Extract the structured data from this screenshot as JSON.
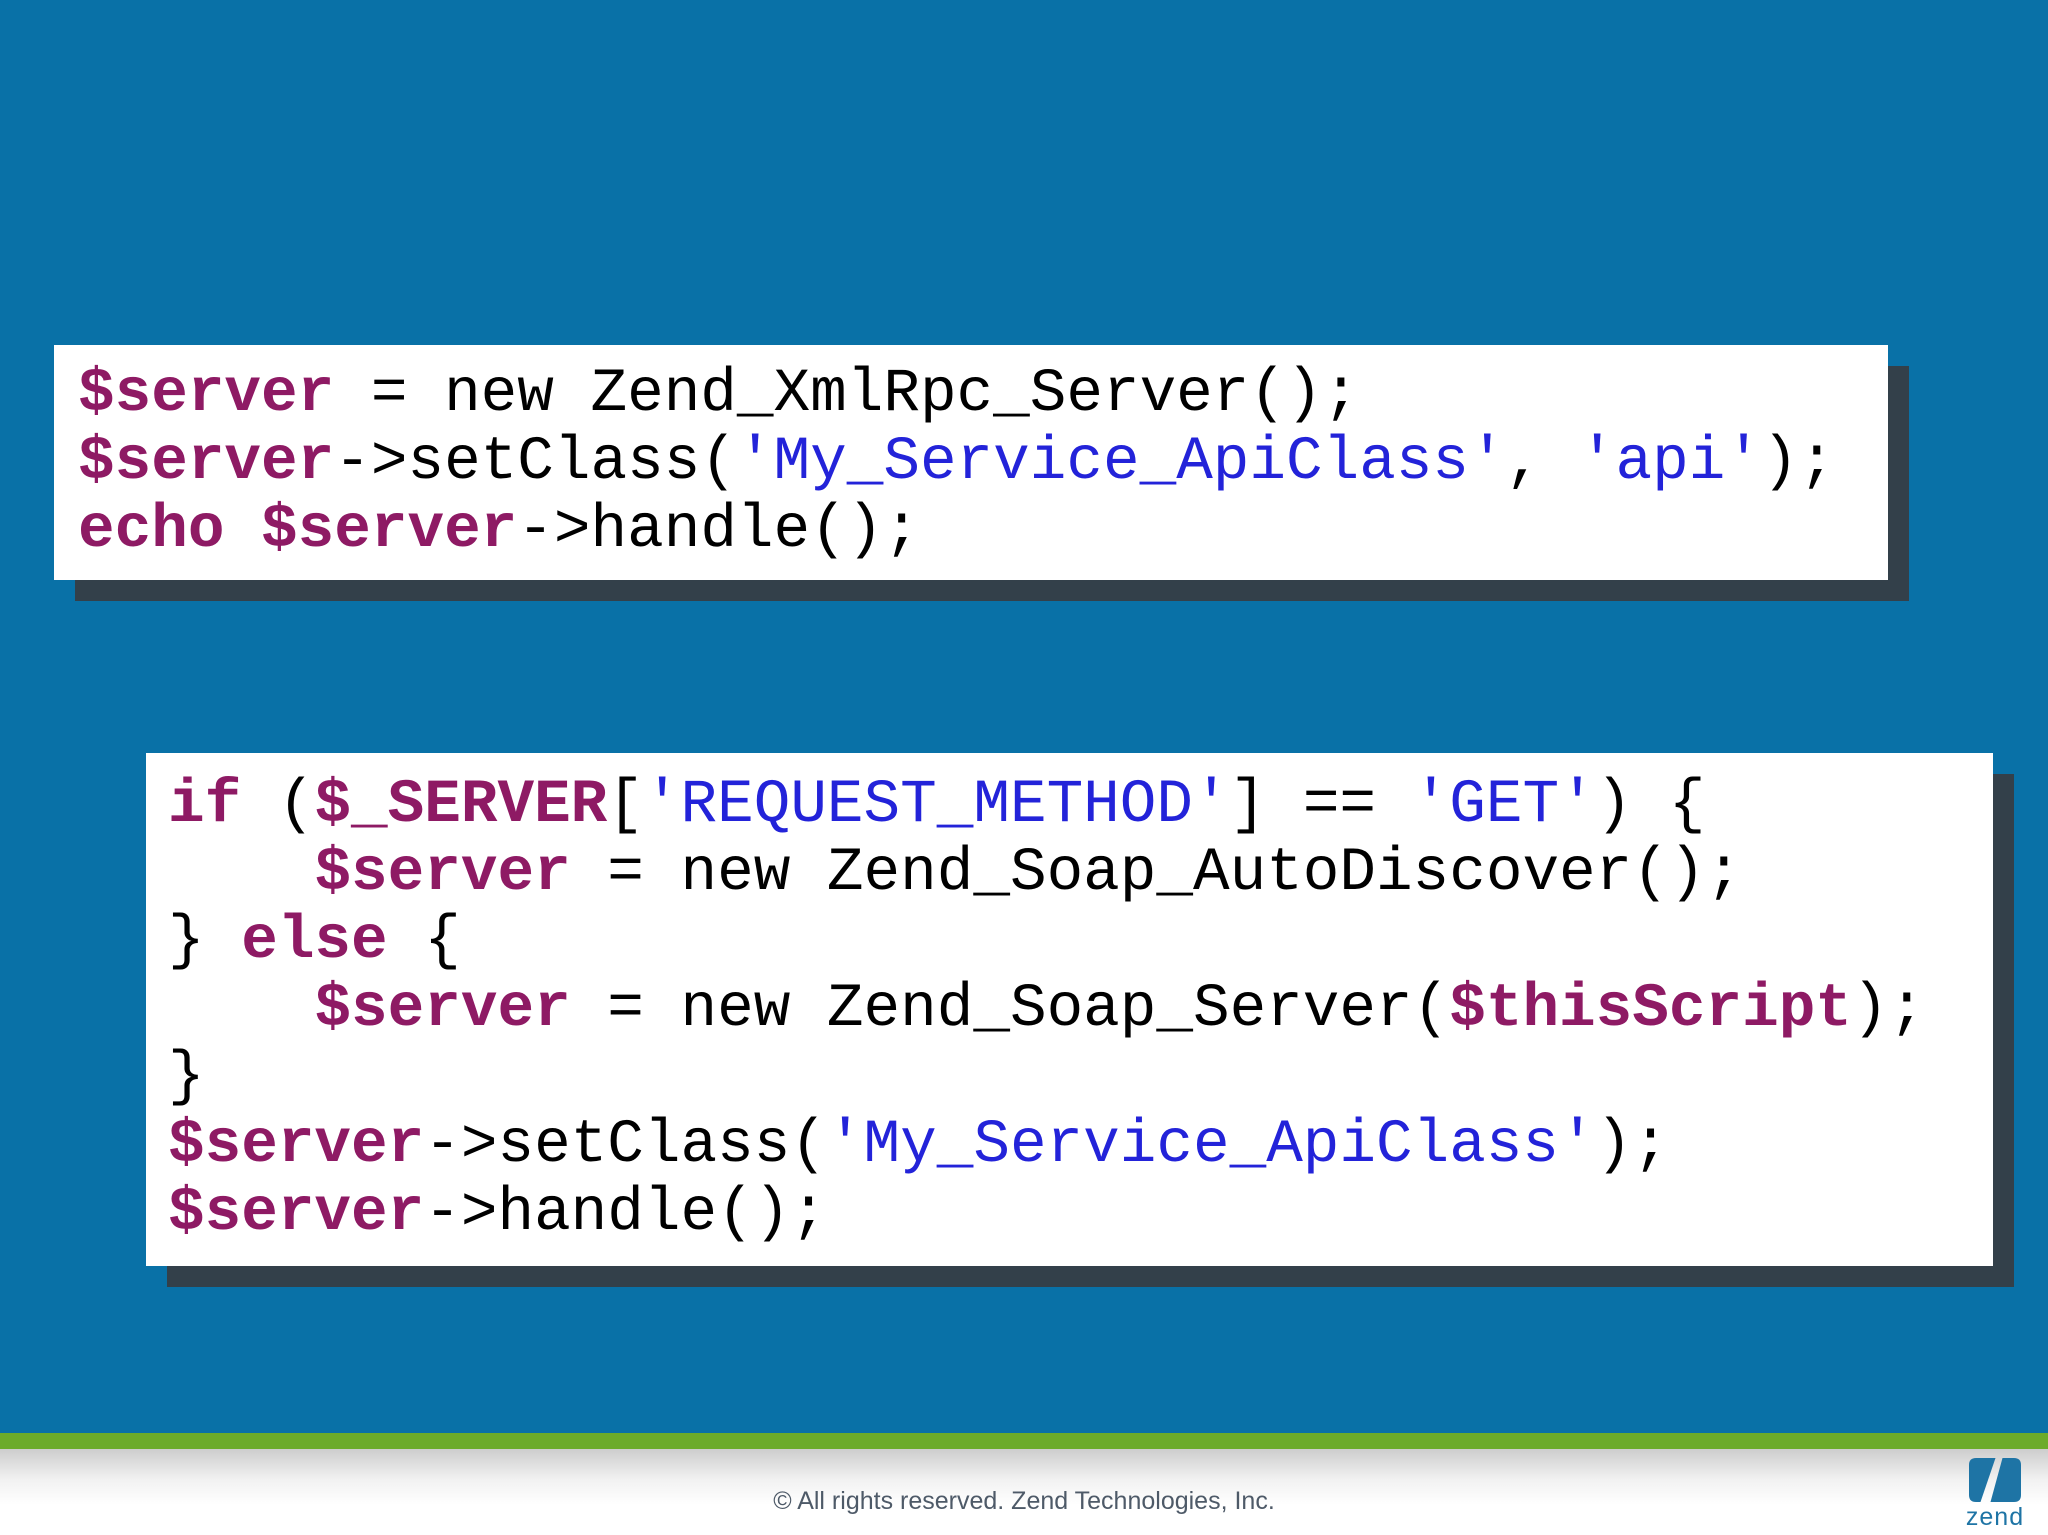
{
  "slide": {
    "background_color": "#0971a7"
  },
  "code_blocks": [
    {
      "name": "xmlrpc-server-example",
      "lines": [
        [
          {
            "t": "$server",
            "c": "var"
          },
          {
            "t": " = new Zend_XmlRpc_Server();",
            "c": "plain"
          }
        ],
        [
          {
            "t": "$server",
            "c": "var"
          },
          {
            "t": "->setClass(",
            "c": "plain"
          },
          {
            "t": "'My_Service_ApiClass'",
            "c": "str"
          },
          {
            "t": ", ",
            "c": "plain"
          },
          {
            "t": "'api'",
            "c": "str"
          },
          {
            "t": ");",
            "c": "plain"
          }
        ],
        [
          {
            "t": "echo",
            "c": "kw"
          },
          {
            "t": " ",
            "c": "plain"
          },
          {
            "t": "$server",
            "c": "var"
          },
          {
            "t": "->handle();",
            "c": "plain"
          }
        ]
      ]
    },
    {
      "name": "soap-server-example",
      "lines": [
        [
          {
            "t": "if",
            "c": "kw"
          },
          {
            "t": " (",
            "c": "plain"
          },
          {
            "t": "$_SERVER",
            "c": "var"
          },
          {
            "t": "[",
            "c": "plain"
          },
          {
            "t": "'REQUEST_METHOD'",
            "c": "str"
          },
          {
            "t": "] == ",
            "c": "plain"
          },
          {
            "t": "'GET'",
            "c": "str"
          },
          {
            "t": ") {",
            "c": "plain"
          }
        ],
        [
          {
            "t": "    ",
            "c": "plain"
          },
          {
            "t": "$server",
            "c": "var"
          },
          {
            "t": " = new Zend_Soap_AutoDiscover();",
            "c": "plain"
          }
        ],
        [
          {
            "t": "} ",
            "c": "plain"
          },
          {
            "t": "else",
            "c": "kw"
          },
          {
            "t": " {",
            "c": "plain"
          }
        ],
        [
          {
            "t": "    ",
            "c": "plain"
          },
          {
            "t": "$server",
            "c": "var"
          },
          {
            "t": " = new Zend_Soap_Server(",
            "c": "plain"
          },
          {
            "t": "$thisScript",
            "c": "var"
          },
          {
            "t": ");",
            "c": "plain"
          }
        ],
        [
          {
            "t": "}",
            "c": "plain"
          }
        ],
        [
          {
            "t": "$server",
            "c": "var"
          },
          {
            "t": "->setClass(",
            "c": "plain"
          },
          {
            "t": "'My_Service_ApiClass'",
            "c": "str"
          },
          {
            "t": ");",
            "c": "plain"
          }
        ],
        [
          {
            "t": "$server",
            "c": "var"
          },
          {
            "t": "->handle();",
            "c": "plain"
          }
        ]
      ]
    }
  ],
  "footer": {
    "copyright": "© All rights reserved. Zend Technologies, Inc."
  },
  "logo": {
    "wordmark": "zend"
  },
  "colors": {
    "background": "#0971a7",
    "box_shadow": "#33404a",
    "keyword": "#8e1a64",
    "variable": "#8e1a64",
    "string": "#2323d9",
    "code_plain": "#000000",
    "green_bar": "#6cab2b",
    "footer_text": "#4e5a68",
    "logo_blue": "#1e74a5"
  }
}
